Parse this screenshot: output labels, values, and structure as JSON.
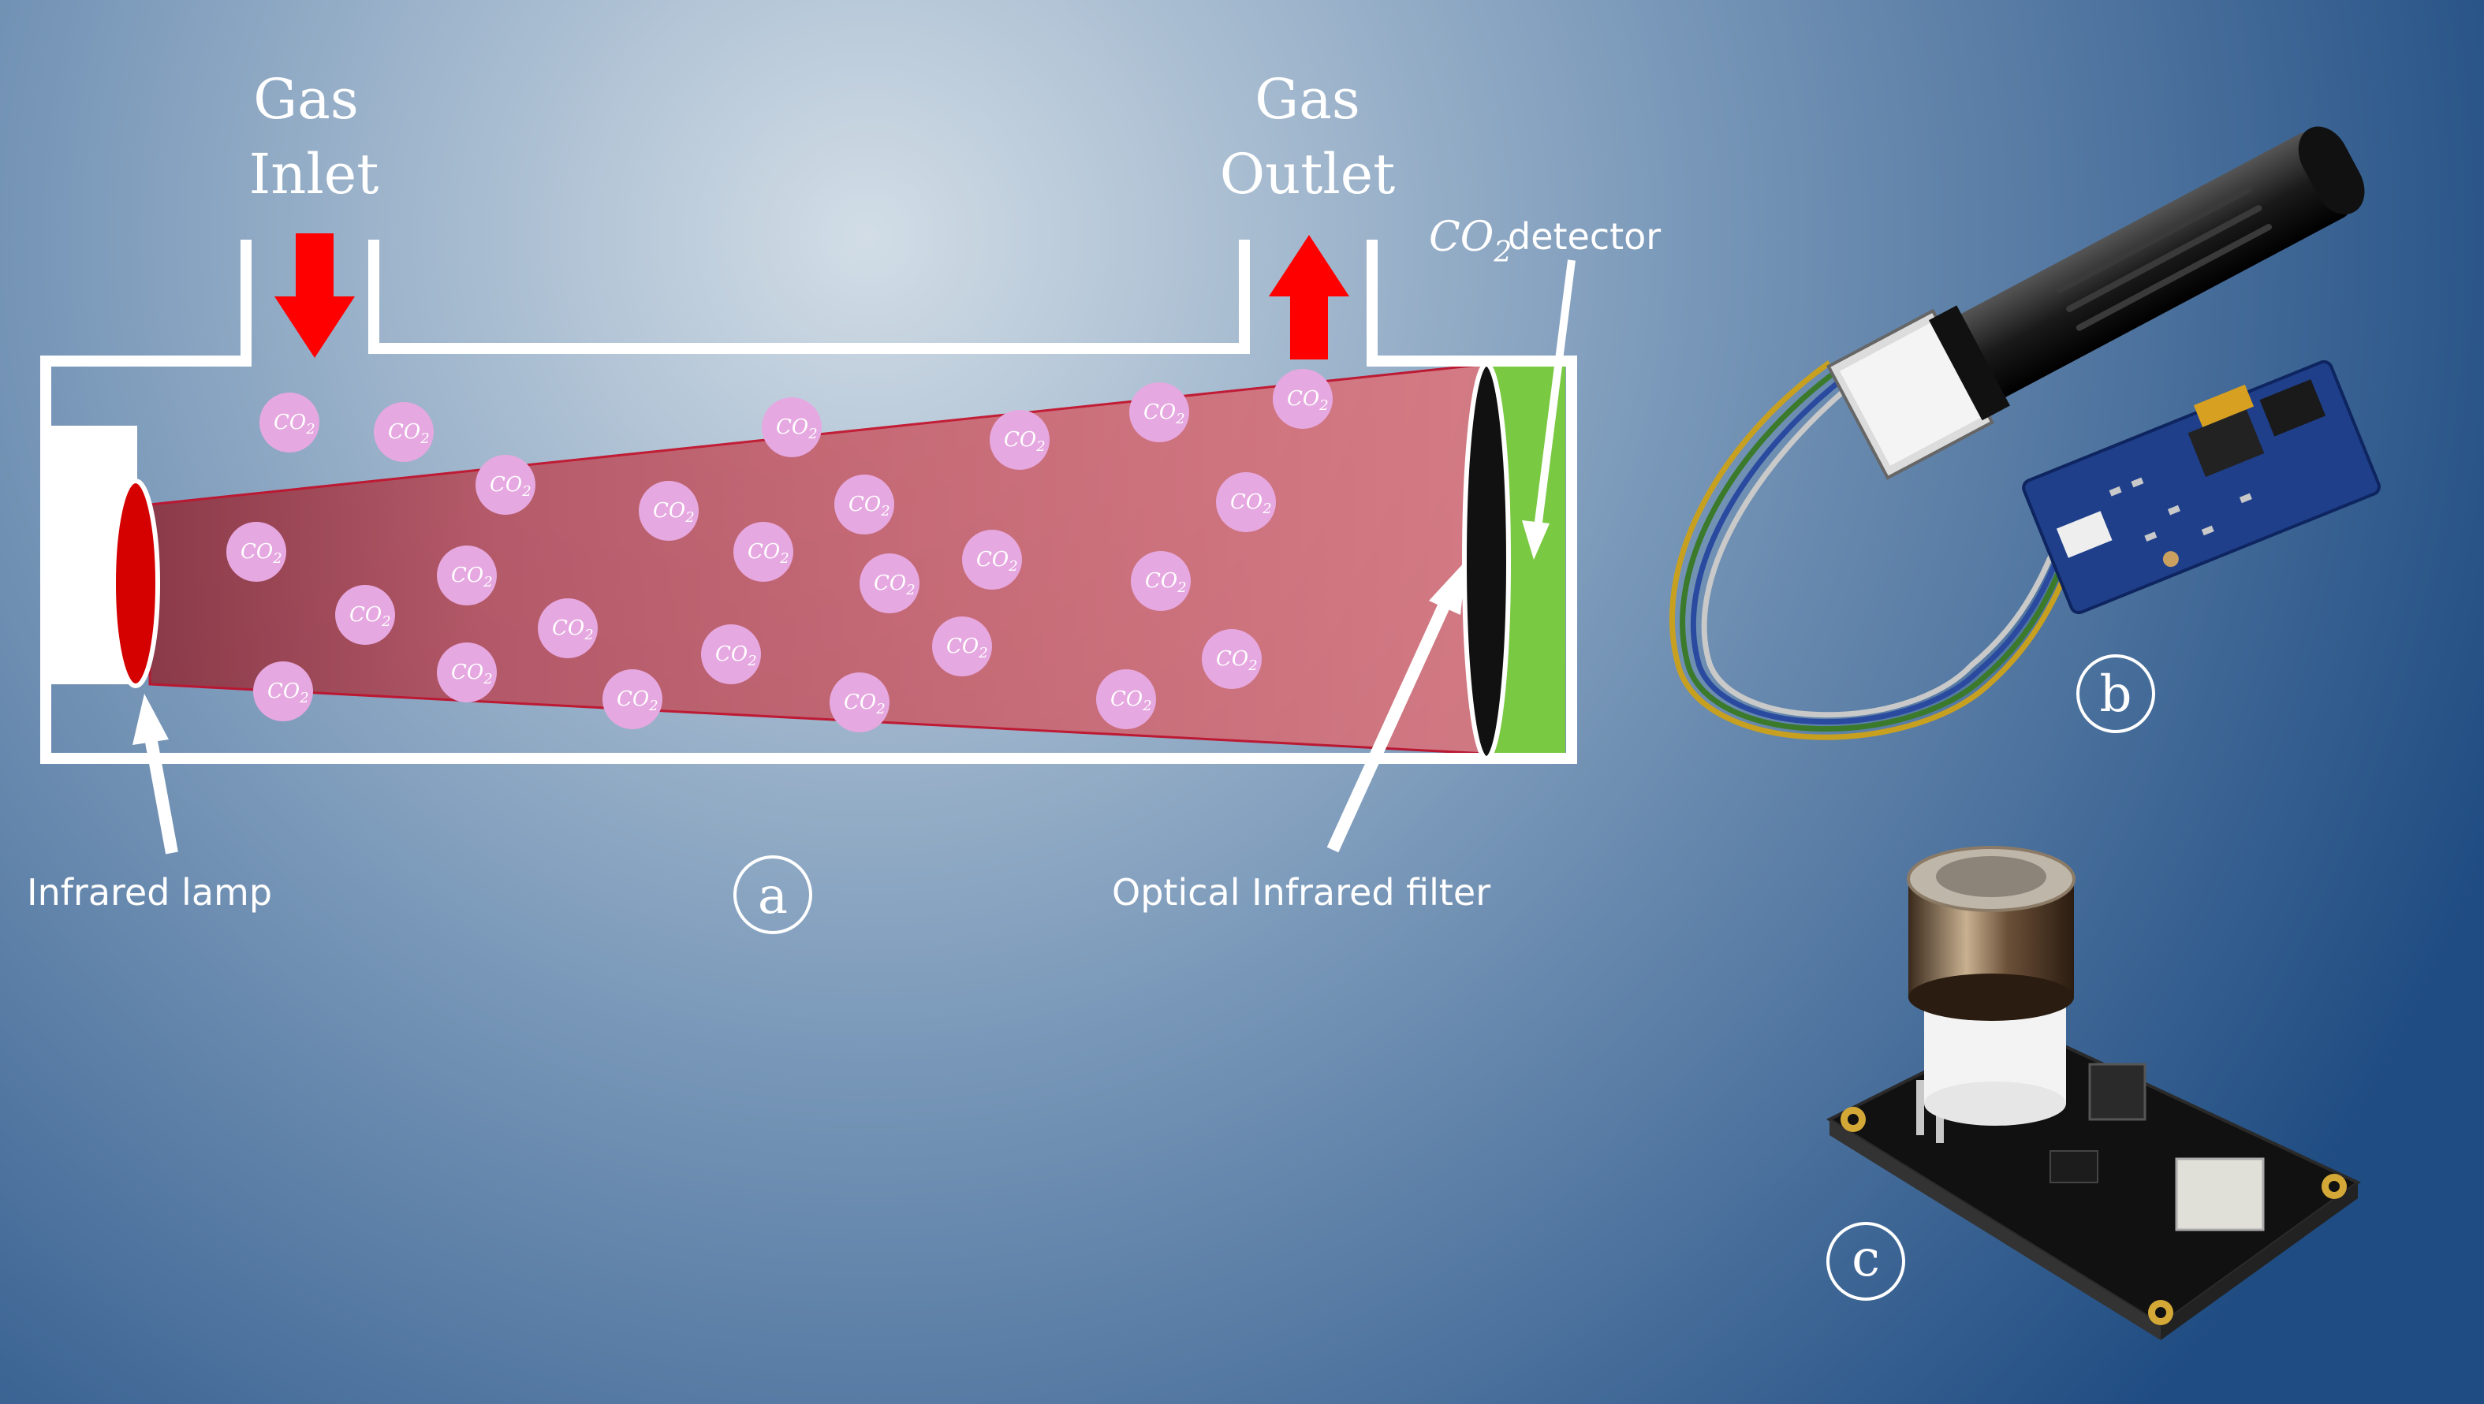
{
  "labels": {
    "gas_inlet_line1": "Gas",
    "gas_inlet_line2": "Inlet",
    "gas_outlet_line1": "Gas",
    "gas_outlet_line2": "Outlet",
    "co2_detector_prefix": "CO",
    "co2_detector_sub": "2",
    "co2_detector_suffix": "detector",
    "infrared_lamp": "Infrared lamp",
    "optical_filter": "Optical Infrared filter",
    "panel_a": "a",
    "panel_b": "b",
    "panel_c": "c",
    "molecule_base": "CO",
    "molecule_sub": "2"
  },
  "colors": {
    "background_center": "#c9d6e2",
    "background_edge": "#224f84",
    "tube_outline": "#ffffff",
    "beam": "#d9545a",
    "arrow_gas": "#ff0000",
    "detector": "#7ac943",
    "molecule": "#e6a8e0",
    "lamp": "#d50000"
  },
  "icons": {
    "lamp": "infrared-lamp-icon",
    "filter": "optical-filter-icon",
    "sensor_b": "ndir-probe-sensor-icon",
    "sensor_c": "co2-sensor-board-icon"
  }
}
